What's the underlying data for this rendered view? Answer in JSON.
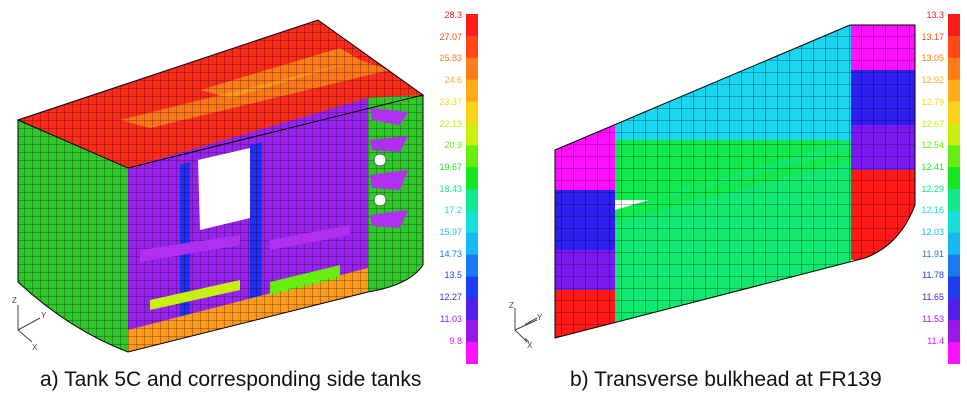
{
  "left_panel": {
    "caption": "a) Tank 5C and corresponding side tanks",
    "legend": {
      "ticks": [
        "28.3",
        "27.07",
        "25.83",
        "24.6",
        "23.37",
        "22.13",
        "20.9",
        "19.67",
        "18.43",
        "17.2",
        "15.97",
        "14.73",
        "13.5",
        "12.27",
        "11.03",
        "9.8"
      ]
    }
  },
  "right_panel": {
    "caption": "b) Transverse bulkhead at FR139",
    "legend": {
      "ticks": [
        "13.3",
        "13.17",
        "13.05",
        "12.92",
        "12.79",
        "12.67",
        "12.54",
        "12.41",
        "12.29",
        "12.16",
        "12.03",
        "11.91",
        "11.78",
        "11.65",
        "11.53",
        "11.4"
      ]
    }
  },
  "colors": [
    "#ff1a1a",
    "#ff4a16",
    "#ff7a18",
    "#ffaa1a",
    "#ffd21a",
    "#c8ef10",
    "#66ee10",
    "#12e820",
    "#12e88a",
    "#14e0d8",
    "#18b8f0",
    "#1a78f0",
    "#1e3cf0",
    "#5020e8",
    "#9a18e8",
    "#ff10ff"
  ]
}
